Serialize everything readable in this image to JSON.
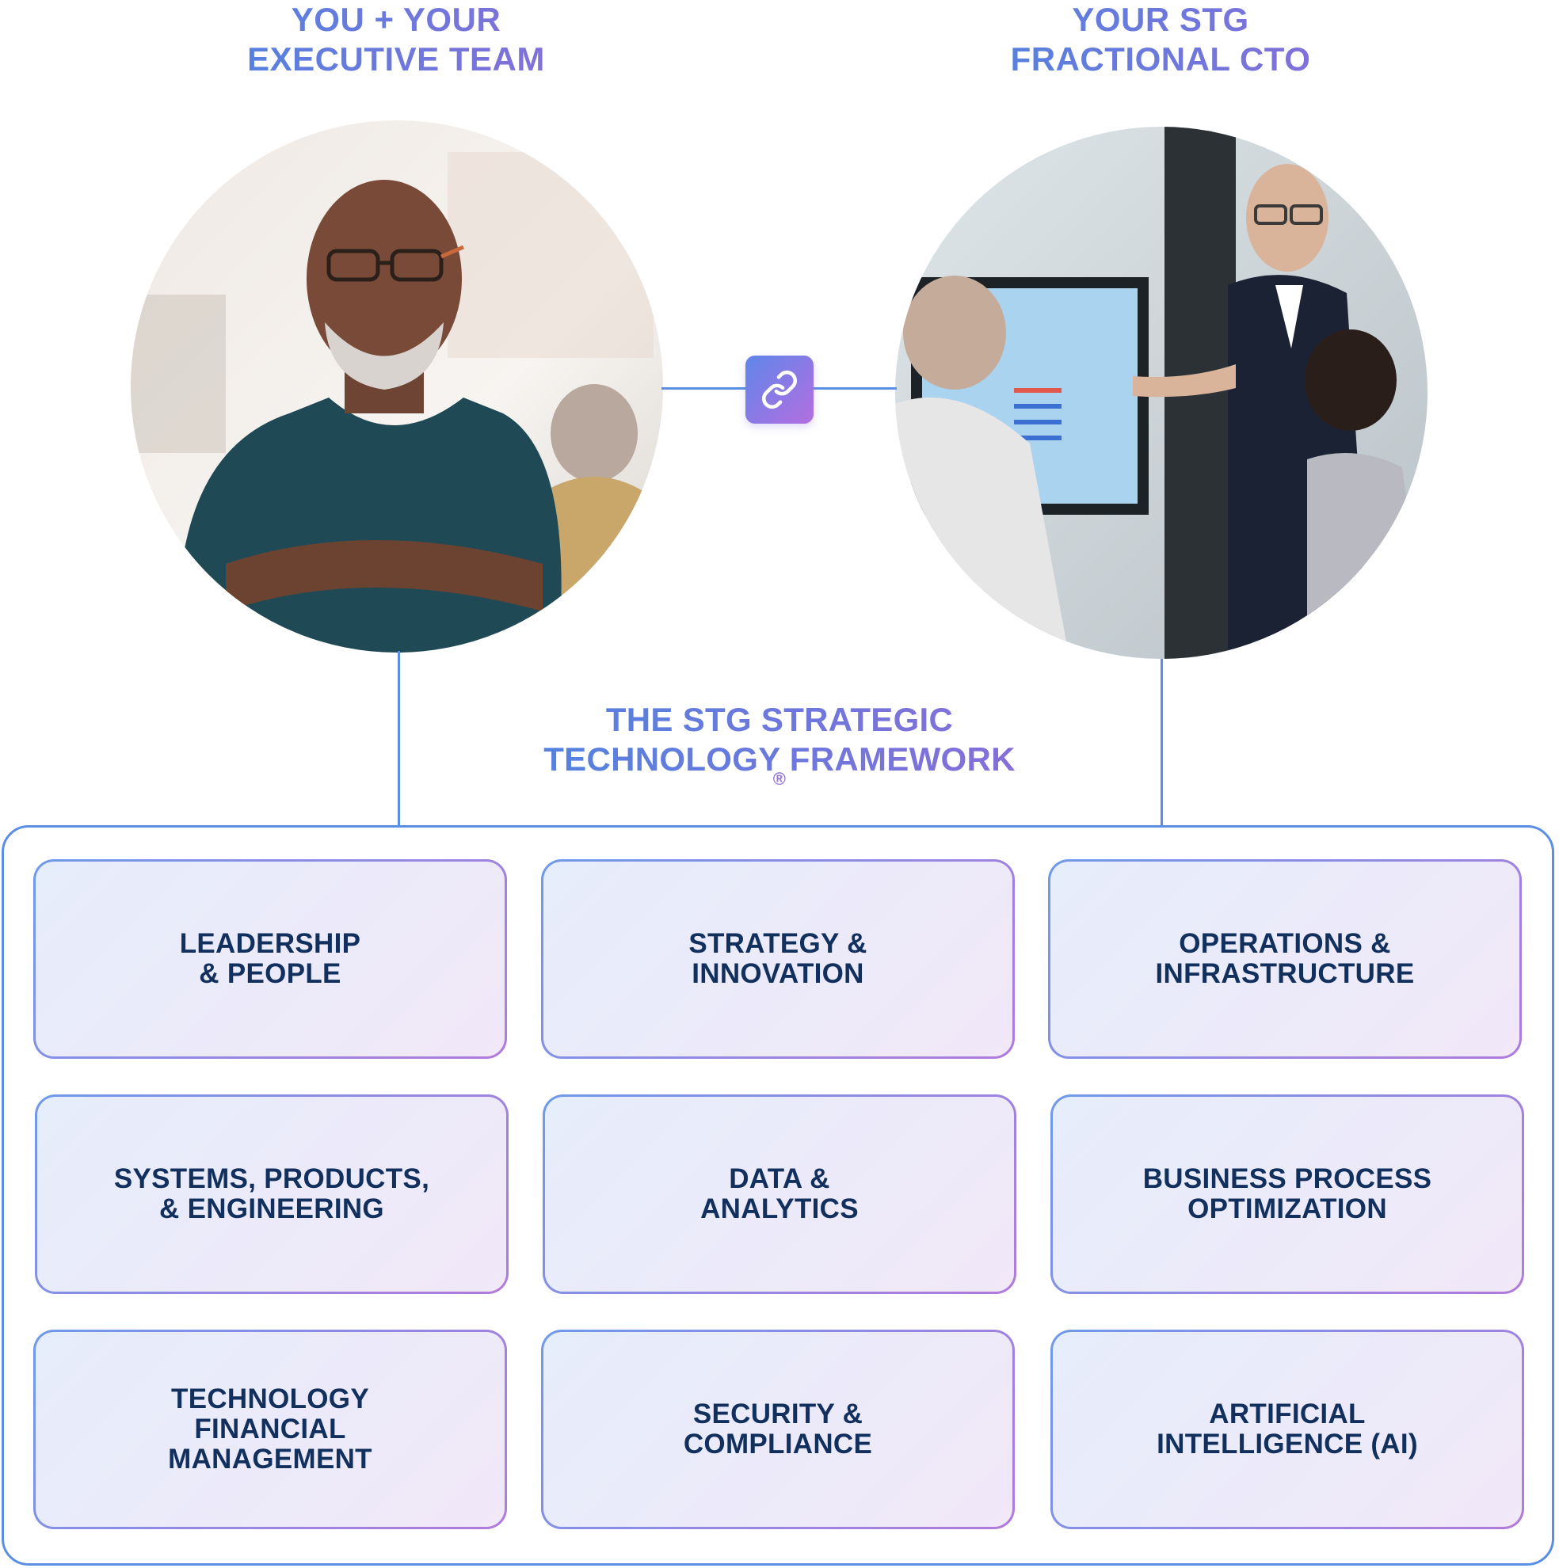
{
  "left_column": {
    "title_line1": "YOU + YOUR",
    "title_line2": "EXECUTIVE TEAM"
  },
  "right_column": {
    "title_line1": "YOUR STG",
    "title_line2": "FRACTIONAL CTO"
  },
  "connector": {
    "icon": "link-icon"
  },
  "framework": {
    "title_line1": "THE STG STRATEGIC",
    "title_line2": "TECHNOLOGY FRAMEWORK",
    "registered_mark": "®",
    "areas": [
      {
        "label": "LEADERSHIP\n& PEOPLE"
      },
      {
        "label": "STRATEGY &\nINNOVATION"
      },
      {
        "label": "OPERATIONS &\nINFRASTRUCTURE"
      },
      {
        "label": "SYSTEMS, PRODUCTS,\n& ENGINEERING"
      },
      {
        "label": "DATA &\nANALYTICS"
      },
      {
        "label": "BUSINESS PROCESS\nOPTIMIZATION"
      },
      {
        "label": "TECHNOLOGY\nFINANCIAL\nMANAGEMENT"
      },
      {
        "label": "SECURITY &\nCOMPLIANCE"
      },
      {
        "label": "ARTIFICIAL\nINTELLIGENCE (AI)"
      }
    ]
  },
  "colors": {
    "accent_blue": "#5b8fe3",
    "accent_purple": "#8f6bd8",
    "tile_text": "#12305e"
  }
}
